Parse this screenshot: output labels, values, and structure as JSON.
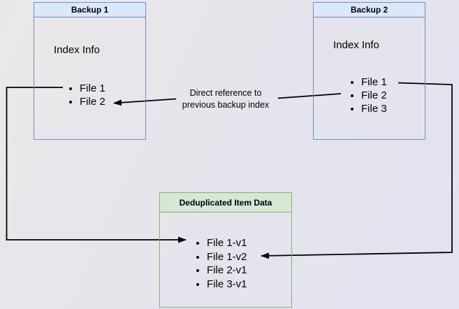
{
  "diagram": {
    "backup1": {
      "title": "Backup 1",
      "heading": "Index Info",
      "items": [
        "File 1",
        "File 2"
      ]
    },
    "backup2": {
      "title": "Backup 2",
      "heading": "Index Info",
      "items": [
        "File 1",
        "File 2",
        "File 3"
      ]
    },
    "dedup": {
      "title": "Deduplicated Item Data",
      "items": [
        "File 1-v1",
        "File 1-v2",
        "File 2-v1",
        "File 3-v1"
      ]
    },
    "annotation": {
      "line1": "Direct reference to",
      "line2": "previous backup index"
    }
  },
  "colors": {
    "background_start": "#eae8e7",
    "background_end": "#e2e2f0",
    "blue_fill": "#dae8fc",
    "blue_border": "#6c8ebf",
    "green_fill": "#d5e8d4",
    "green_border": "#82b366",
    "connector": "#000000",
    "text": "#000000"
  }
}
